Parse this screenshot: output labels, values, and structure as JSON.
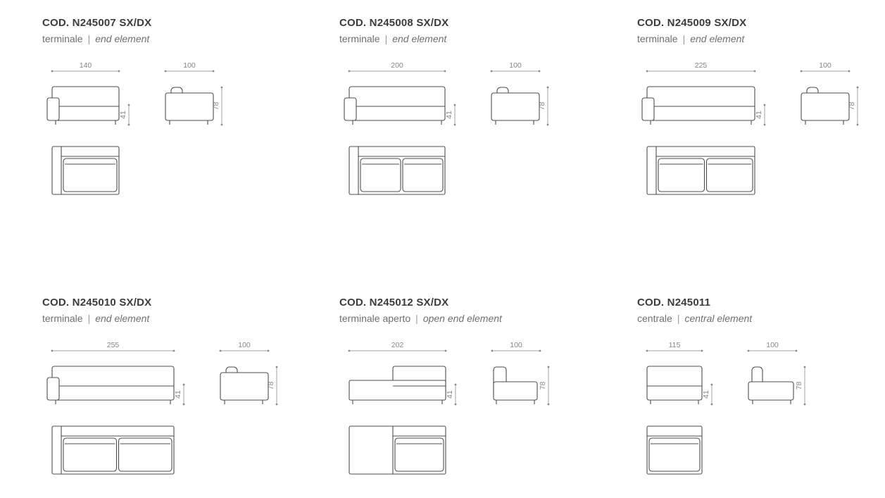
{
  "ui": {
    "separator": "|"
  },
  "colors": {
    "drawing_line": "#4d4d4d",
    "dimension_line": "#a3a3a3",
    "dimension_text": "#868686",
    "title_text": "#3c3c3c",
    "subtitle_text": "#6f6f6f"
  },
  "products": [
    {
      "code": "COD. N245007 SX/DX",
      "name_it": "terminale",
      "name_en": "end element",
      "type": "terminal",
      "front_width": 140,
      "side_width": 100,
      "seat_height": 41,
      "total_height": 78
    },
    {
      "code": "COD. N245008 SX/DX",
      "name_it": "terminale",
      "name_en": "end element",
      "type": "terminal",
      "front_width": 200,
      "side_width": 100,
      "seat_height": 41,
      "total_height": 78
    },
    {
      "code": "COD. N245009 SX/DX",
      "name_it": "terminale",
      "name_en": "end element",
      "type": "terminal",
      "front_width": 225,
      "side_width": 100,
      "seat_height": 41,
      "total_height": 78
    },
    {
      "code": "COD. N245010 SX/DX",
      "name_it": "terminale",
      "name_en": "end element",
      "type": "terminal",
      "front_width": 255,
      "side_width": 100,
      "seat_height": 41,
      "total_height": 78
    },
    {
      "code": "COD. N245012 SX/DX",
      "name_it": "terminale aperto",
      "name_en": "open end element",
      "type": "open",
      "front_width": 202,
      "side_width": 100,
      "seat_height": 41,
      "total_height": 78
    },
    {
      "code": "COD. N245011",
      "name_it": "centrale",
      "name_en": "central element",
      "type": "central",
      "front_width": 115,
      "side_width": 100,
      "seat_height": 41,
      "total_height": 78
    }
  ]
}
